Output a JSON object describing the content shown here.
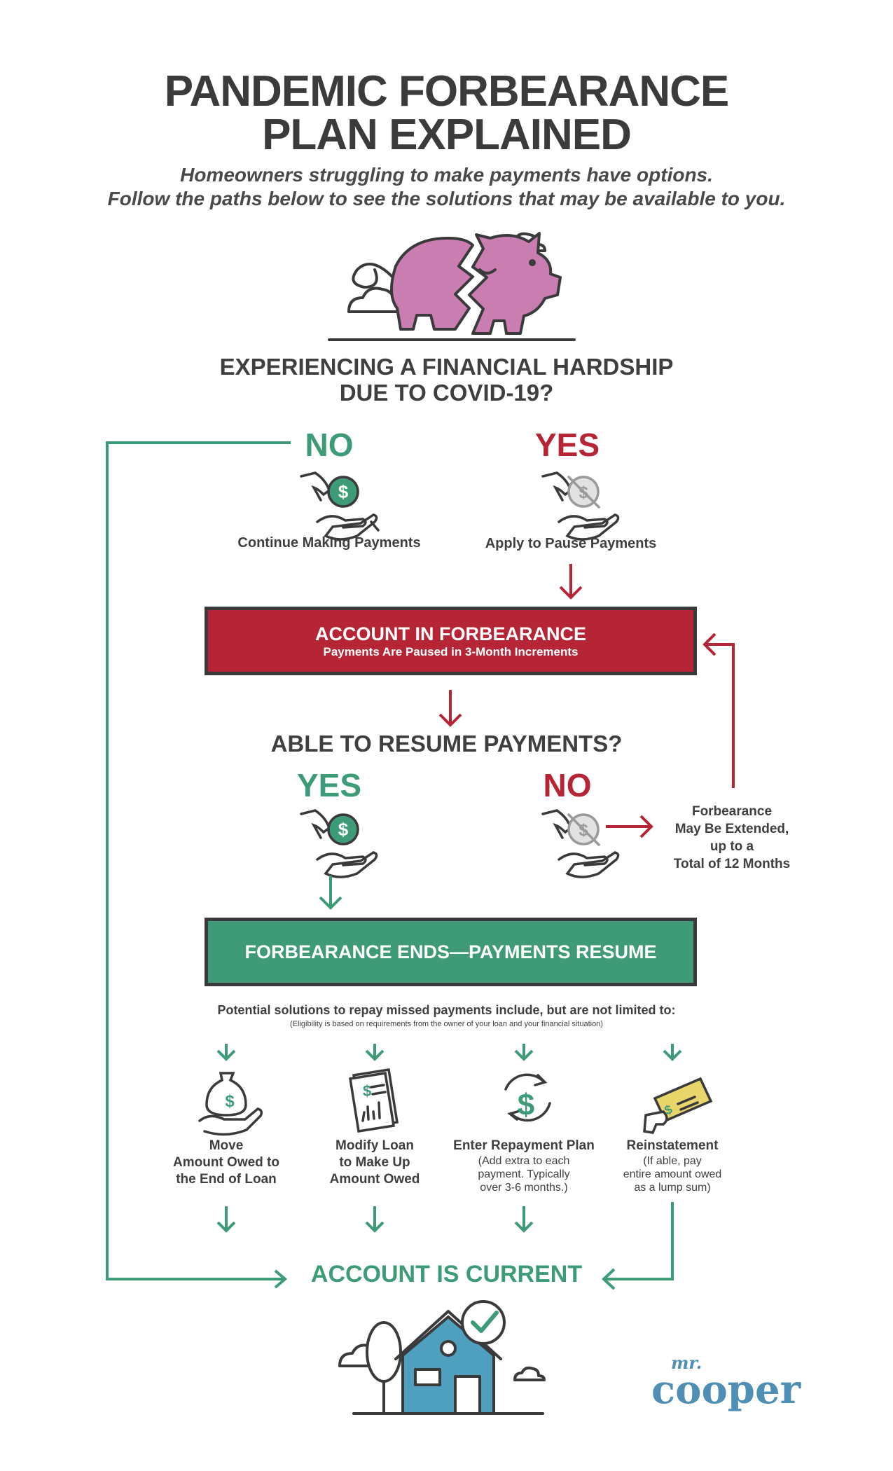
{
  "header": {
    "title_line1": "PANDEMIC FORBEARANCE",
    "title_line2": "PLAN EXPLAINED",
    "subtitle_line1": "Homeowners struggling to make payments have options.",
    "subtitle_line2": "Follow the paths below to see the solutions that may be available to you."
  },
  "question1": {
    "line1": "EXPERIENCING A FINANCIAL HARDSHIP",
    "line2": "DUE TO COVID-19?",
    "no_label": "NO",
    "no_caption": "Continue Making Payments",
    "yes_label": "YES",
    "yes_caption": "Apply to Pause Payments"
  },
  "forbearance_box": {
    "title": "ACCOUNT IN FORBEARANCE",
    "subtitle": "Payments Are Paused in 3-Month Increments"
  },
  "question2": {
    "text": "ABLE TO RESUME PAYMENTS?",
    "yes_label": "YES",
    "no_label": "NO",
    "extension_line1": "Forbearance",
    "extension_line2": "May Be Extended,",
    "extension_line3": "up to a",
    "extension_line4": "Total of 12 Months"
  },
  "resume_box": {
    "title": "FORBEARANCE ENDS—PAYMENTS RESUME"
  },
  "solutions": {
    "intro": "Potential solutions to repay missed payments include, but are not limited to:",
    "note": "(Eligibility is based on requirements from the owner of your loan and your financial situation)",
    "items": [
      {
        "line1": "Move",
        "line2": "Amount Owed to",
        "line3": "the End of Loan",
        "detail": []
      },
      {
        "line1": "Modify Loan",
        "line2": "to Make Up",
        "line3": "Amount Owed",
        "detail": []
      },
      {
        "line1": "Enter Repayment Plan",
        "line2": "",
        "line3": "",
        "detail": [
          "(Add extra to each",
          "payment. Typically",
          "over 3-6 months.)"
        ]
      },
      {
        "line1": "Reinstatement",
        "line2": "",
        "line3": "",
        "detail": [
          "(If able, pay",
          "entire amount owed",
          "as a lump sum)"
        ]
      }
    ]
  },
  "result": {
    "text": "ACCOUNT IS CURRENT"
  },
  "brand": {
    "prefix": "mr.",
    "name": "cooper"
  },
  "colors": {
    "green": "#3e9b78",
    "red": "#b62535",
    "dark": "#3a3a3c",
    "pig": "#c97db0",
    "house": "#4f9fbf",
    "brand": "#4f8fb4"
  }
}
